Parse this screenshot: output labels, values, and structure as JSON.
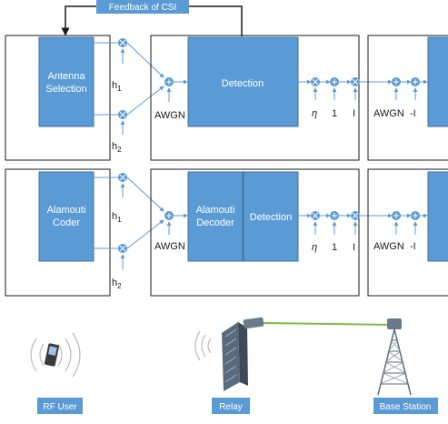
{
  "feedback": {
    "label": "Feedback of CSI"
  },
  "top_row": {
    "tx_block": [
      "Antenna",
      "Selection"
    ],
    "h1": "h",
    "h1_sub": "1",
    "h2": "h",
    "h2_sub": "2",
    "awgn": "AWGN",
    "detection": "Detection",
    "eta": "η",
    "one": "1",
    "i": "I",
    "awgn2": "AWGN",
    "neg_i": "-I"
  },
  "bottom_row": {
    "tx_block": [
      "Alamouti",
      "Coder"
    ],
    "h1": "h",
    "h1_sub": "1",
    "h2": "h",
    "h2_sub": "2",
    "awgn": "AWGN",
    "decoder": [
      "Alamouti",
      "Decoder"
    ],
    "detection": "Detection",
    "eta": "η",
    "one": "1",
    "i": "I",
    "awgn2": "AWGN",
    "neg_i": "-I"
  },
  "captions": {
    "rf_user": "RF User",
    "relay": "Relay",
    "base_station": "Base Station"
  },
  "colors": {
    "block": "#5b9bd5",
    "block_border": "#41719c",
    "node": "#5b9bd5",
    "line": "#5b9bd5",
    "frame": "#1a1a1a",
    "link": "#7dbb3f"
  }
}
